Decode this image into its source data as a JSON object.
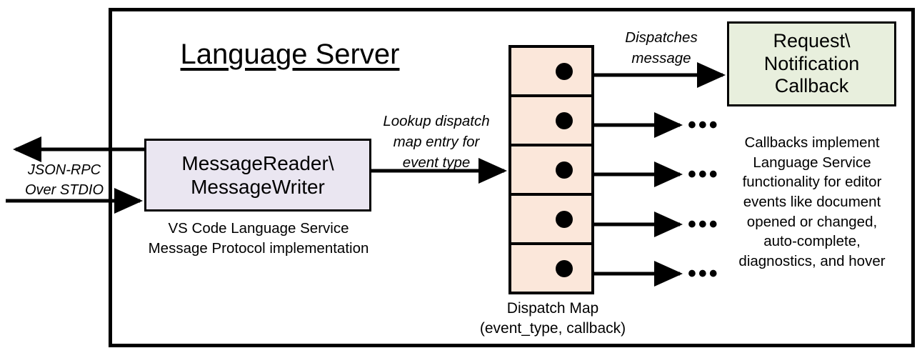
{
  "diagram": {
    "title": "Language Server",
    "frame_label": "language-server-boundary",
    "colors": {
      "message_box_fill": "#EAE6F1",
      "dispatch_map_fill": "#FBE7DA",
      "callback_box_fill": "#E8EFDD",
      "stroke": "#000000",
      "background": "#FFFFFF"
    },
    "external_io": {
      "label_line1": "JSON-RPC",
      "label_line2": "Over STDIO",
      "outgoing_arrow": "response-out-arrow",
      "incoming_arrow": "request-in-arrow"
    },
    "message_box": {
      "line1": "MessageReader\\",
      "line2": "MessageWriter",
      "caption_line1": "VS Code Language Service",
      "caption_line2": "Message Protocol implementation"
    },
    "lookup_label": {
      "line1": "Lookup dispatch",
      "line2": "map entry for",
      "line3": "event type"
    },
    "dispatch_map": {
      "caption_line1": "Dispatch Map",
      "caption_line2": "(event_type, callback)",
      "rows": [
        {
          "id": "row-1",
          "dot": "callback-dot"
        },
        {
          "id": "row-2",
          "dot": "callback-dot"
        },
        {
          "id": "row-3",
          "dot": "callback-dot"
        },
        {
          "id": "row-4",
          "dot": "callback-dot"
        },
        {
          "id": "row-5",
          "dot": "callback-dot"
        }
      ]
    },
    "dispatch_label": {
      "line1": "Dispatches",
      "line2": "message"
    },
    "callback_box": {
      "line1": "Request\\",
      "line2": "Notification",
      "line3": "Callback",
      "caption": "Callbacks implement Language Service functionality for editor events like document opened or changed, auto-complete, diagnostics, and hover",
      "caption_lines": [
        "Callbacks implement",
        "Language Service",
        "functionality for editor",
        "events like document",
        "opened or changed,",
        "auto-complete,",
        "diagnostics, and hover"
      ]
    },
    "ellipses": [
      "•••",
      "•••",
      "•••",
      "•••"
    ]
  }
}
